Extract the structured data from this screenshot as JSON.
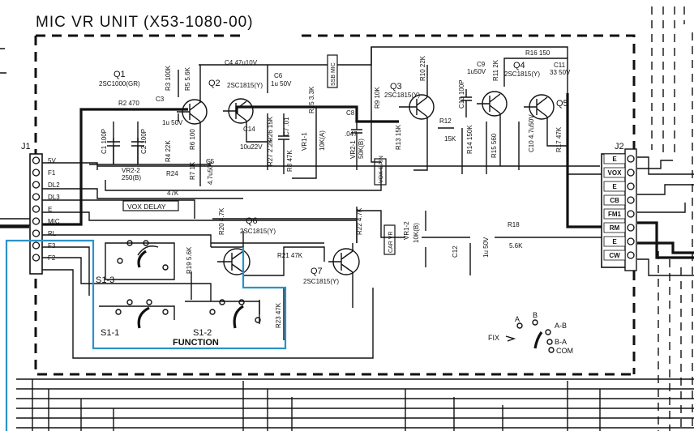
{
  "title": "MIC VR UNIT (X53-1080-00)",
  "j1": {
    "name": "J1",
    "pins": [
      "5V",
      "F1",
      "DL2",
      "DL3",
      "E",
      "MIC",
      "RL",
      "F3",
      "F2"
    ]
  },
  "j2": {
    "name": "J2",
    "pins": [
      "E",
      "VOX",
      "E",
      "CB",
      "FM1",
      "RM",
      "E",
      "CW"
    ]
  },
  "transistors": {
    "q1": {
      "ref": "Q1",
      "part": "2SC1000(GR)"
    },
    "q2": {
      "ref": "Q2",
      "part": "2SC1815(Y)"
    },
    "q3": {
      "ref": "Q3",
      "part": "2SC1815(Y)"
    },
    "q4": {
      "ref": "Q4",
      "part": "2SC1815(Y)"
    },
    "q5": {
      "ref": "Q5",
      "part": ""
    },
    "q6": {
      "ref": "Q6",
      "part": "2SC1815(Y)"
    },
    "q7": {
      "ref": "Q7",
      "part": "2SC1815(Y)"
    }
  },
  "components": {
    "r2": "R2 470",
    "c3": "C3",
    "c3v": "1u 50V",
    "r3": "R3 100K",
    "r5": "R5 5.6K",
    "c4": "C4 47u10V",
    "c6": "C6",
    "c6v": "1u 50V",
    "r16": "R16 150",
    "c11": "C11",
    "c11v": "33 50V",
    "c9": "C9",
    "c9v": "1u50V",
    "r11": "R11 2K",
    "r10": "R10 22K",
    "r9": "R9 10K",
    "c13": "C13 100P",
    "c1": "C1 100P",
    "c2": "C2 100P",
    "r4": "R4 22K",
    "r6": "R6 100",
    "c14": "C14",
    "c14v": "10u22V",
    "r26": "R26 15K",
    "r27": "R27 2.2K",
    "c7": "C7 .01",
    "r25": "R25 3.3K",
    "vr1": "VR1-1",
    "vr1v": "10K(A)",
    "c8": "C8",
    "c8v": ".047",
    "vr2": "VR2-1",
    "vr2v": "50K(B)",
    "r12": "R12",
    "r12v": "15K",
    "r13": "R13 15K",
    "r14": "R14 150K",
    "r15": "R15 560",
    "c10": "C10 4.7u50V",
    "r17": "R17 47K",
    "r7": "R7 1K",
    "c5": "C5",
    "c5v": "4.7u50V",
    "r8": "R8 47K",
    "vr22": "VR2-2",
    "vr22v": "250(B)",
    "r24": "R24",
    "r24v": "47K",
    "r20": "R20 4.7K",
    "r22": "R22 4.7K",
    "r19": "R19 5.6K",
    "r21": "R21 47K",
    "r23": "R23 47K",
    "vr12": "VR1-2",
    "vr12v": "10K(B)",
    "c12": "C12",
    "c12v": "1u 50V",
    "r18": "R18",
    "r18v": "5.6K"
  },
  "labels": {
    "ssb_mic": "SSB MIC",
    "vox_gain": "VOX GAIN",
    "vox_delay": "VOX DELAY",
    "car_vr": "CAR VR",
    "s13": "S1-3",
    "s11": "S1-1",
    "s12": "S1-2",
    "function": "FUNCTION"
  },
  "legend": {
    "fix": "FIX",
    "a": "A",
    "b": "B",
    "ab": "A-B",
    "ba": "B-A",
    "com": "COM"
  },
  "colors": {
    "ink": "#111111",
    "highlight": "#2a93c9"
  }
}
